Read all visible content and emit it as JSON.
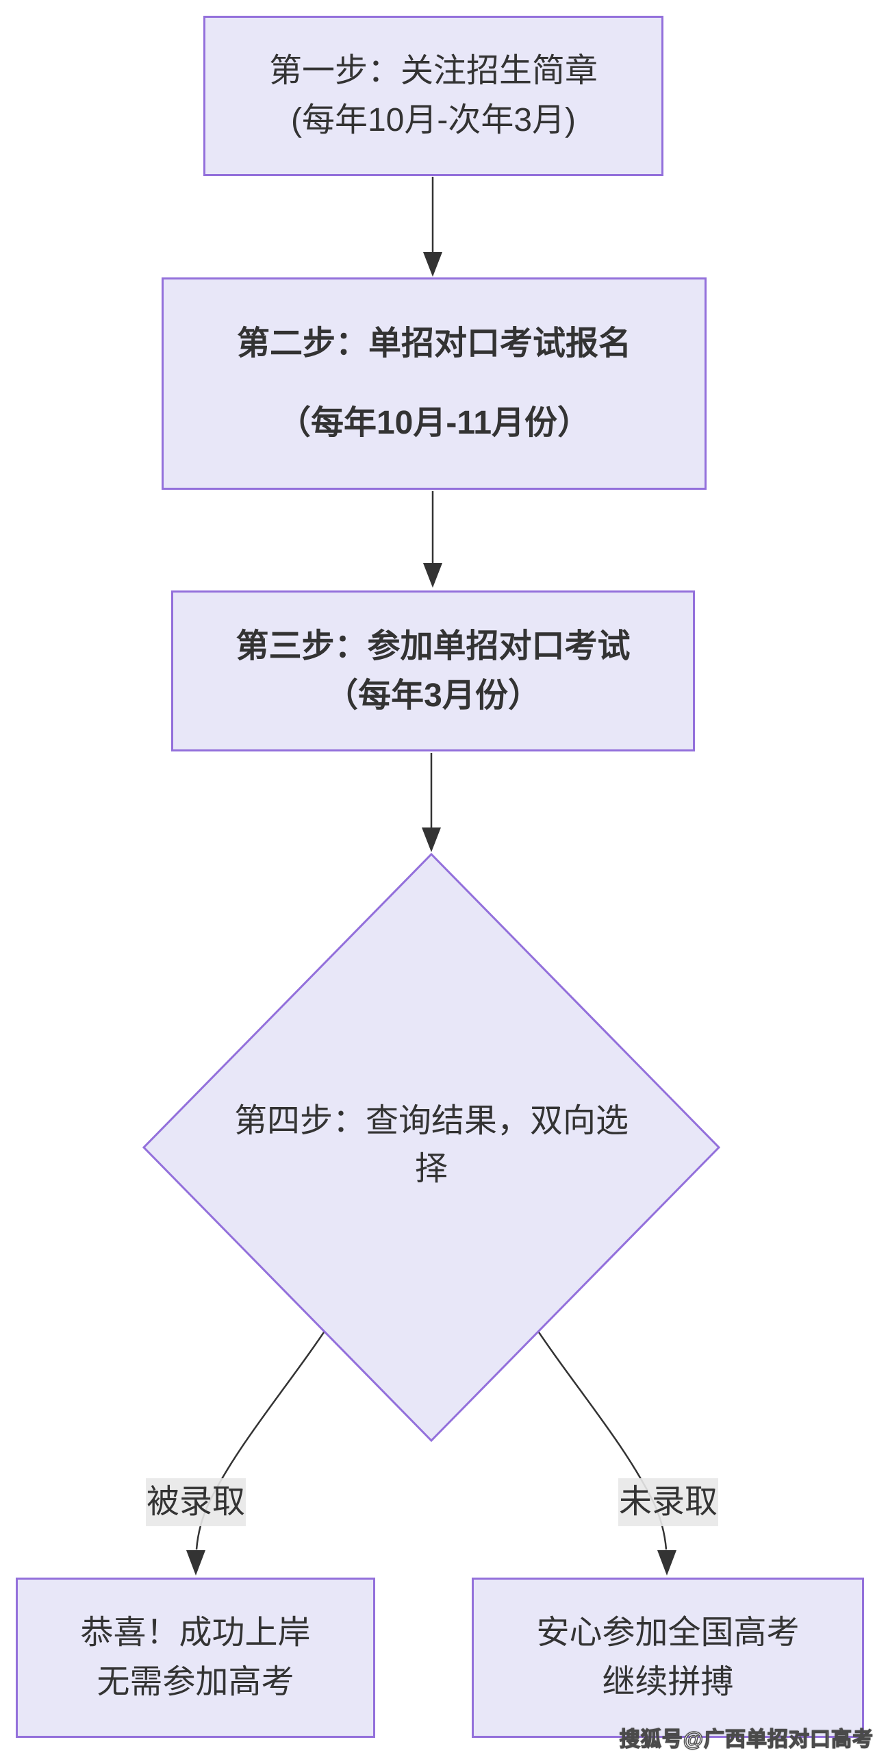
{
  "page": {
    "background": "#ffffff",
    "watermark": "搜狐号@广西单招对口高考"
  },
  "colors": {
    "node_fill": "#e8e7f8",
    "node_border": "#9370db",
    "text": "#333333",
    "arrow": "#333333",
    "branch_label_bg": "#e8e8e8",
    "watermark_fill": "#ffffff",
    "watermark_outline": "#4a4a4a"
  },
  "flowchart": {
    "step1": {
      "line1": "第一步：关注招生简章",
      "line2": "(每年10月-次年3月)"
    },
    "step2": {
      "line1": "第二步：单招对口考试报名",
      "line2": "（每年10月-11月份）"
    },
    "step3": {
      "line1": "第三步：参加单招对口考试",
      "line2": "（每年3月份）"
    },
    "step4": {
      "text": "第四步：查询结果，双向选择"
    },
    "branch_left": {
      "label": "被录取",
      "line1": "恭喜！成功上岸",
      "line2": "无需参加高考"
    },
    "branch_right": {
      "label": "未录取",
      "line1": "安心参加全国高考",
      "line2": "继续拼搏"
    }
  }
}
